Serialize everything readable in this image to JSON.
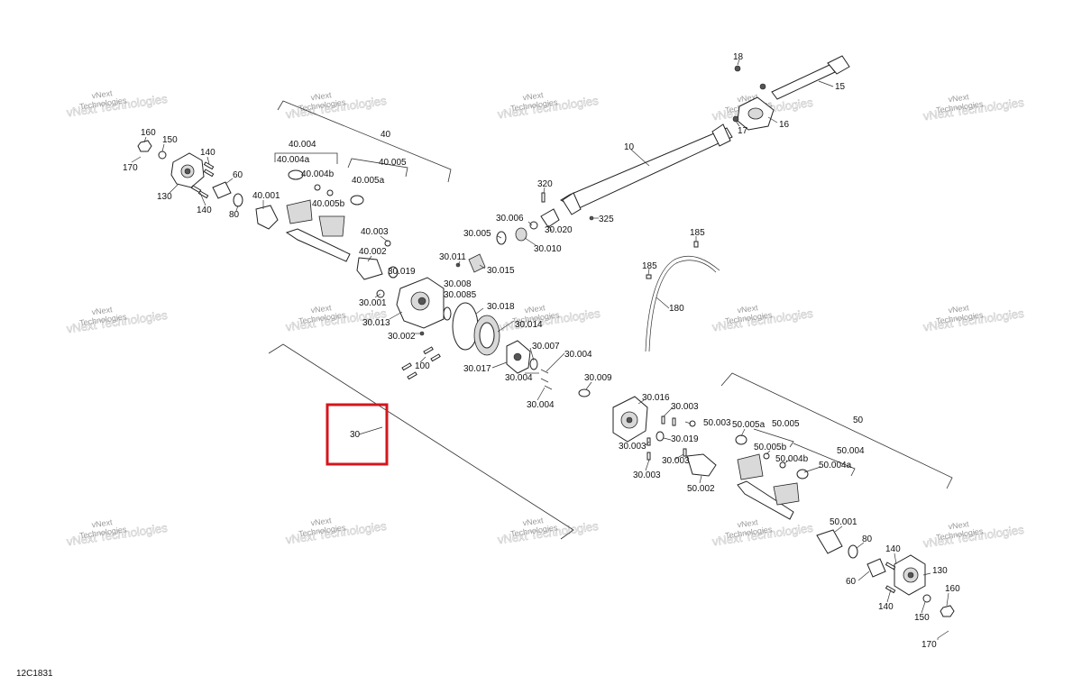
{
  "diagram_code": "12C1831",
  "watermark": {
    "line1": "vNext",
    "line2": "Technologies",
    "full": "vNext Technologies"
  },
  "highlighted_part": "30",
  "labels": {
    "l_160a": "160",
    "l_150a": "150",
    "l_170a": "170",
    "l_130a": "130",
    "l_140a": "140",
    "l_140b": "140",
    "l_60a": "60",
    "l_80a": "80",
    "l_40": "40",
    "l_40_004": "40.004",
    "l_40_004a": "40.004a",
    "l_40_004b": "40.004b",
    "l_40_005": "40.005",
    "l_40_005a": "40.005a",
    "l_40_005b": "40.005b",
    "l_40_001": "40.001",
    "l_40_003": "40.003",
    "l_40_002": "40.002",
    "l_30_019a": "30.019",
    "l_30_001": "30.001",
    "l_30_013": "30.013",
    "l_30_002": "30.002",
    "l_100": "100",
    "l_30_011": "30.011",
    "l_30_015": "30.015",
    "l_30_008": "30.008",
    "l_30_0085": "30.0085",
    "l_30_018": "30.018",
    "l_30_014": "30.014",
    "l_30_005": "30.005",
    "l_30_006": "30.006",
    "l_30_010": "30.010",
    "l_30_020": "30.020",
    "l_320": "320",
    "l_325": "325",
    "l_10": "10",
    "l_18": "18",
    "l_15": "15",
    "l_16": "16",
    "l_17": "17",
    "l_185a": "185",
    "l_185b": "185",
    "l_180": "180",
    "l_30_007": "30.007",
    "l_30_004a": "30.004",
    "l_30_004b": "30.004",
    "l_30_004c": "30.004",
    "l_30_017": "30.017",
    "l_30_009": "30.009",
    "l_30_016": "30.016",
    "l_30_003a": "30.003",
    "l_30_003b": "30.003",
    "l_30_003c": "30.003",
    "l_30_003d": "30.003",
    "l_30_019b": "30.019",
    "l_50": "50",
    "l_50_003": "50.003",
    "l_50_005a": "50.005a",
    "l_50_005": "50.005",
    "l_50_005b": "50.005b",
    "l_50_004": "50.004",
    "l_50_004b": "50.004b",
    "l_50_004a": "50.004a",
    "l_50_002": "50.002",
    "l_50_001": "50.001",
    "l_80b": "80",
    "l_140c": "140",
    "l_130b": "130",
    "l_60b": "60",
    "l_140d": "140",
    "l_160b": "160",
    "l_150b": "150",
    "l_170b": "170"
  }
}
